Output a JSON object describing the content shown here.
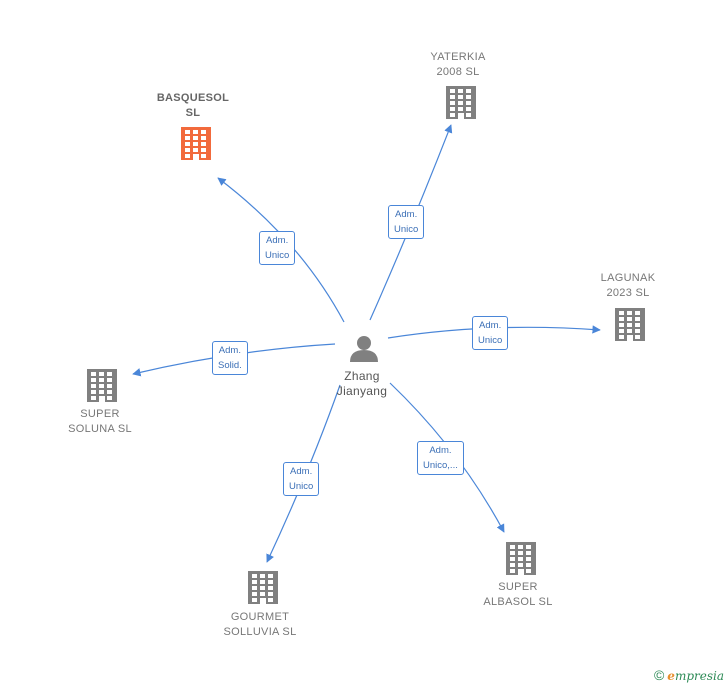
{
  "center": {
    "name": "Zhang\nJianyang"
  },
  "nodes": {
    "basquesol": {
      "name": "BASQUESOL\nSL",
      "color": "#f26a3c",
      "icon": "building-icon"
    },
    "yaterkia": {
      "name": "YATERKIA\n2008  SL",
      "color": "#808080",
      "icon": "building-icon"
    },
    "lagunak": {
      "name": "LAGUNAK\n2023  SL",
      "color": "#808080",
      "icon": "building-icon"
    },
    "super_soluna": {
      "name": "SUPER\nSOLUNA  SL",
      "color": "#808080",
      "icon": "building-icon"
    },
    "gourmet": {
      "name": "GOURMET\nSOLLUVIA  SL",
      "color": "#808080",
      "icon": "building-icon"
    },
    "super_albasol": {
      "name": "SUPER\nALBASOL  SL",
      "color": "#808080",
      "icon": "building-icon"
    }
  },
  "edges": {
    "basquesol": "Adm.\nUnico",
    "yaterkia": "Adm.\nUnico",
    "lagunak": "Adm.\nUnico",
    "super_soluna": "Adm.\nSolid.",
    "gourmet": "Adm.\nUnico",
    "super_albasol": "Adm.\nUnico,..."
  },
  "colors": {
    "edge": "#4a86d8",
    "person": "#808080"
  },
  "footer": {
    "copyright": "©",
    "brand_first": "e",
    "brand_rest": "mpresia"
  }
}
